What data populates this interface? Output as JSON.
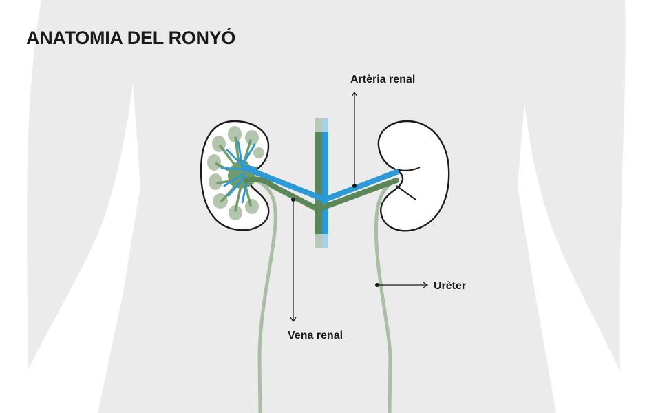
{
  "title": "ANATOMIA DEL RONYÓ",
  "labels": {
    "renal_artery": "Artèria renal",
    "renal_vein": "Vena renal",
    "ureter": "Urèter"
  },
  "colors": {
    "body": "#ebebeb",
    "background": "#ffffff",
    "artery": "#2b9ad6",
    "vein": "#5a8658",
    "ureter": "#a9bea4",
    "kidney_pyramid": "#b3c6ad",
    "kidney_fill": "#ffffff",
    "outline": "#1a1a1a"
  }
}
